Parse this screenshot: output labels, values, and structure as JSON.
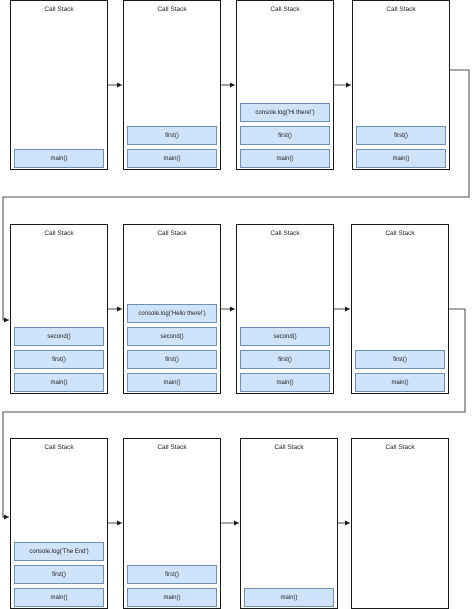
{
  "colors": {
    "border": "#1a1a1a",
    "frame_fill": "#cfe3fa",
    "frame_border": "#6f8fb5",
    "connector": "#1a1a1a"
  },
  "stacks": [
    {
      "title": "Call Stack",
      "frames": [
        "main()"
      ]
    },
    {
      "title": "Call Stack",
      "frames": [
        "first()",
        "main()"
      ]
    },
    {
      "title": "Call Stack",
      "frames": [
        "console.log('Hi there!')",
        "first()",
        "main()"
      ]
    },
    {
      "title": "Call Stack",
      "frames": [
        "first()",
        "main()"
      ]
    },
    {
      "title": "Call Stack",
      "frames": [
        "second()",
        "first()",
        "main()"
      ]
    },
    {
      "title": "Call Stack",
      "frames": [
        "console.log('Hello there!')",
        "second()",
        "first()",
        "main()"
      ]
    },
    {
      "title": "Call Stack",
      "frames": [
        "second()",
        "first()",
        "main()"
      ]
    },
    {
      "title": "Call Stack",
      "frames": [
        "first()",
        "main()"
      ]
    },
    {
      "title": "Call Stack",
      "frames": [
        "console.log('The End')",
        "first()",
        "main()"
      ]
    },
    {
      "title": "Call Stack",
      "frames": [
        "first()",
        "main()"
      ]
    },
    {
      "title": "Call Stack",
      "frames": [
        "main()"
      ]
    },
    {
      "title": "Call Stack",
      "frames": []
    }
  ]
}
